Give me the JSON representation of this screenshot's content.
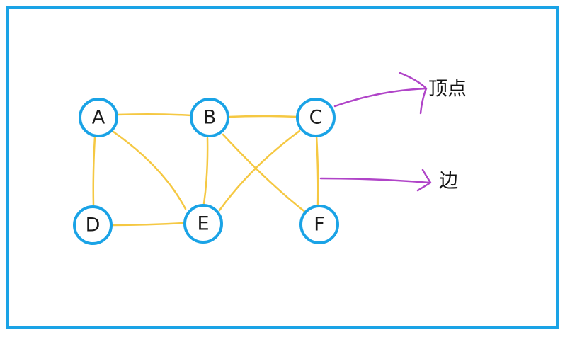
{
  "colors": {
    "frame": "#1aa3e6",
    "node_stroke": "#1aa3e6",
    "edge": "#f5c842",
    "annotation_arrow": "#b044c8"
  },
  "nodes": [
    {
      "id": "A",
      "label": "A"
    },
    {
      "id": "B",
      "label": "B"
    },
    {
      "id": "C",
      "label": "C"
    },
    {
      "id": "D",
      "label": "D"
    },
    {
      "id": "E",
      "label": "E"
    },
    {
      "id": "F",
      "label": "F"
    }
  ],
  "edges": [
    {
      "from": "A",
      "to": "B"
    },
    {
      "from": "B",
      "to": "C"
    },
    {
      "from": "A",
      "to": "D"
    },
    {
      "from": "A",
      "to": "E"
    },
    {
      "from": "B",
      "to": "E"
    },
    {
      "from": "B",
      "to": "F"
    },
    {
      "from": "C",
      "to": "E"
    },
    {
      "from": "C",
      "to": "F"
    },
    {
      "from": "D",
      "to": "E"
    }
  ],
  "annotations": {
    "vertex": {
      "label": "顶点",
      "points_to": "C"
    },
    "edge": {
      "label": "边",
      "points_to": "C-F"
    }
  }
}
